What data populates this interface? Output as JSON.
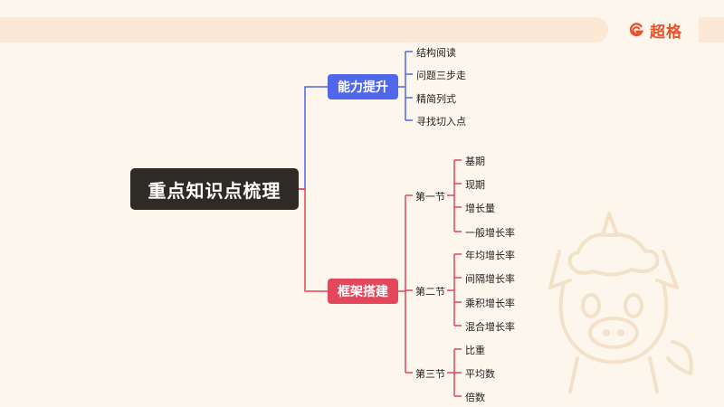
{
  "brand": {
    "name": "超格"
  },
  "root": {
    "label": "重点知识点梳理"
  },
  "branches": [
    {
      "label": "能力提升",
      "color": "#4f67e8",
      "items": [
        "结构阅读",
        "问题三步走",
        "精简列式",
        "寻找切入点"
      ]
    },
    {
      "label": "框架搭建",
      "color": "#e3475b",
      "sections": [
        {
          "label": "第一节",
          "items": [
            "基期",
            "现期",
            "增长量",
            "一般增长率"
          ]
        },
        {
          "label": "第二节",
          "items": [
            "年均增长率",
            "间隔增长率",
            "乘积增长率",
            "混合增长率"
          ]
        },
        {
          "label": "第三节",
          "items": [
            "比重",
            "平均数",
            "倍数"
          ]
        }
      ]
    }
  ]
}
